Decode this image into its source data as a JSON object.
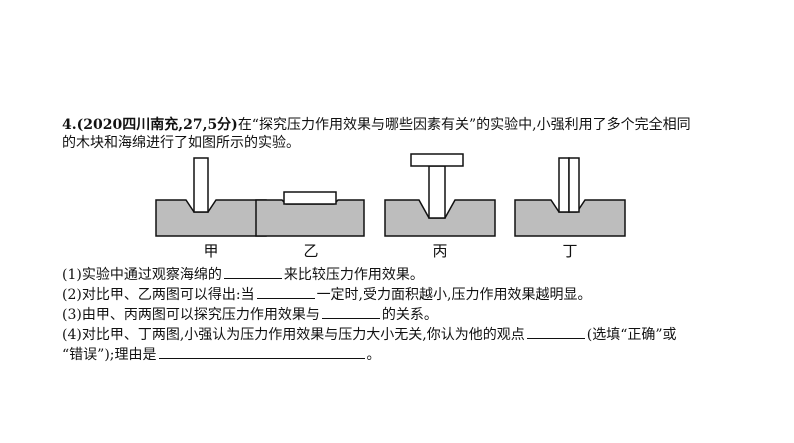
{
  "question": {
    "number": "4.",
    "source": "(2020四川南充,27,5分)",
    "stem_line1": "在“探究压力作用效果与哪些因素有关”的实验中,小强利用了多个完全相同",
    "stem_line2": "的木块和海绵进行了如图所示的实验。"
  },
  "figure_labels": [
    "甲",
    "乙",
    "丙",
    "丁"
  ],
  "sub_questions": {
    "q1": {
      "before": "(1)实验中通过观察海绵的",
      "after": "来比较压力作用效果。"
    },
    "q2": {
      "before": "(2)对比甲、乙两图可以得出:当",
      "after": "一定时,受力面积越小,压力作用效果越明显。"
    },
    "q3": {
      "before": "(3)由甲、丙两图可以探究压力作用效果与",
      "after": "的关系。"
    },
    "q4": {
      "before": "(4)对比甲、丁两图,小强认为压力作用效果与压力大小无关,你认为他的观点",
      "after": "(选填“正确”或",
      "line2_before": "“错误”);理由是",
      "line2_after": "。"
    }
  }
}
